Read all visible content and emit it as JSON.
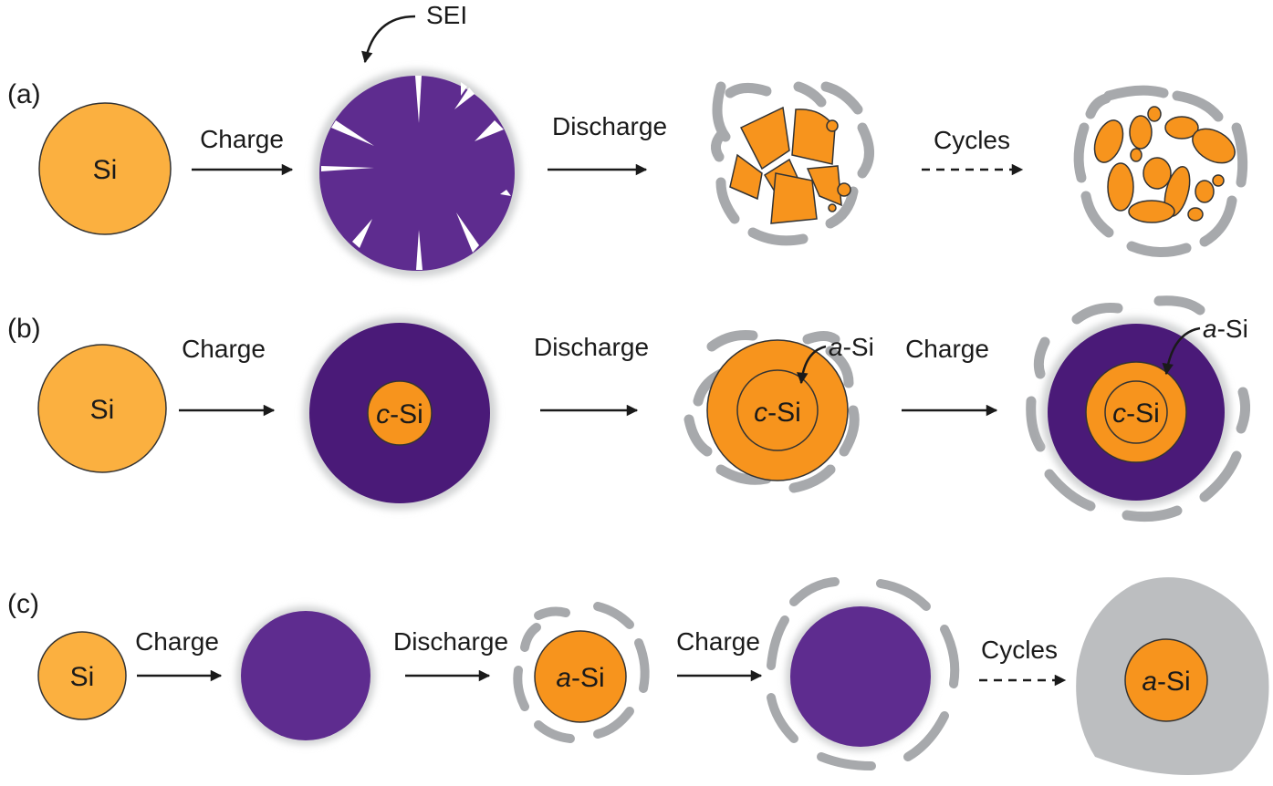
{
  "colors": {
    "si": "#fbb040",
    "si_crystal": "#f7941d",
    "lithiated": "#5e2c8f",
    "lithiated_dark": "#4a1a78",
    "sei": "#a7a9ac",
    "sei_glow": "#d1d3d4",
    "arrow": "#1a1a1a"
  },
  "row_a": {
    "panel_label": "(a)",
    "si_label": "Si",
    "sei_label": "SEI",
    "arrow1_label": "Charge",
    "arrow2_label": "Discharge",
    "arrow3_label": "Cycles"
  },
  "row_b": {
    "panel_label": "(b)",
    "si_label": "Si",
    "csi_prefix": "c",
    "csi_suffix": "-Si",
    "asi_prefix": "a",
    "asi_suffix": "-Si",
    "arrow1_label": "Charge",
    "arrow2_label": "Discharge",
    "arrow3_label": "Charge"
  },
  "row_c": {
    "panel_label": "(c)",
    "si_label": "Si",
    "asi_prefix": "a",
    "asi_suffix": "-Si",
    "arrow1_label": "Charge",
    "arrow2_label": "Discharge",
    "arrow3_label": "Charge",
    "arrow4_label": "Cycles"
  }
}
